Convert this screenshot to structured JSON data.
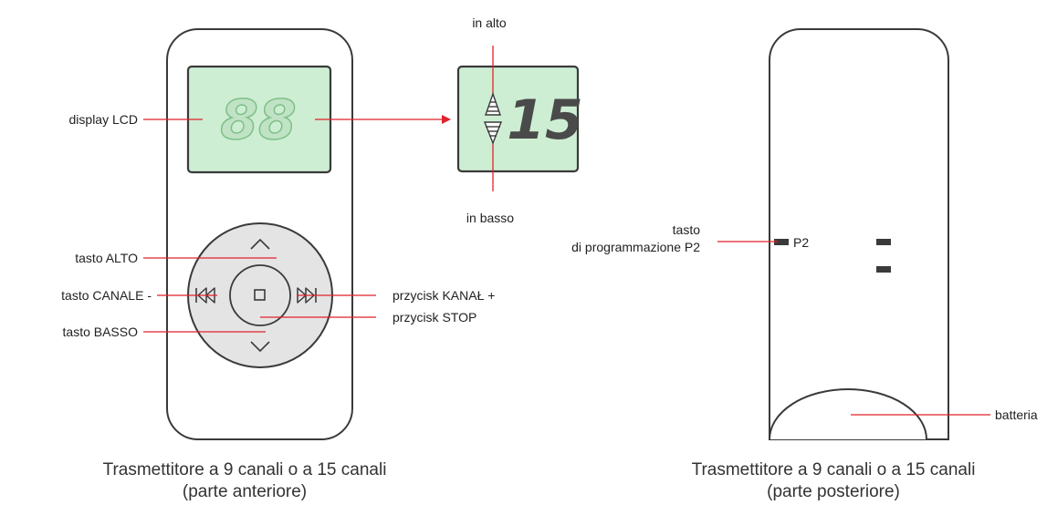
{
  "colors": {
    "lcd_background": "#cdeed3",
    "leader_line": "#e0222a",
    "outline": "#3a3a3a",
    "pad": "#e4e4e4"
  },
  "front": {
    "lcd_value": "88",
    "labels": {
      "display": "display LCD",
      "up_key": "tasto ALTO",
      "channel_minus": "tasto CANALE -",
      "down_key": "tasto BASSO",
      "channel_plus": "przycisk KANAŁ +",
      "stop_key": "przycisk STOP"
    },
    "caption_line1": "Trasmettitore a 9 canali o a 15 canali",
    "caption_line2": "(parte anteriore)"
  },
  "zoom": {
    "lcd_value": "15",
    "up_label": "in alto",
    "down_label": "in basso"
  },
  "back": {
    "prog_label_line1": "tasto",
    "prog_label_line2": "di programmazione P2",
    "p2_text": "P2",
    "battery_label": "batteria",
    "caption_line1": "Trasmettitore a 9 canali o a 15 canali",
    "caption_line2": "(parte posteriore)"
  }
}
